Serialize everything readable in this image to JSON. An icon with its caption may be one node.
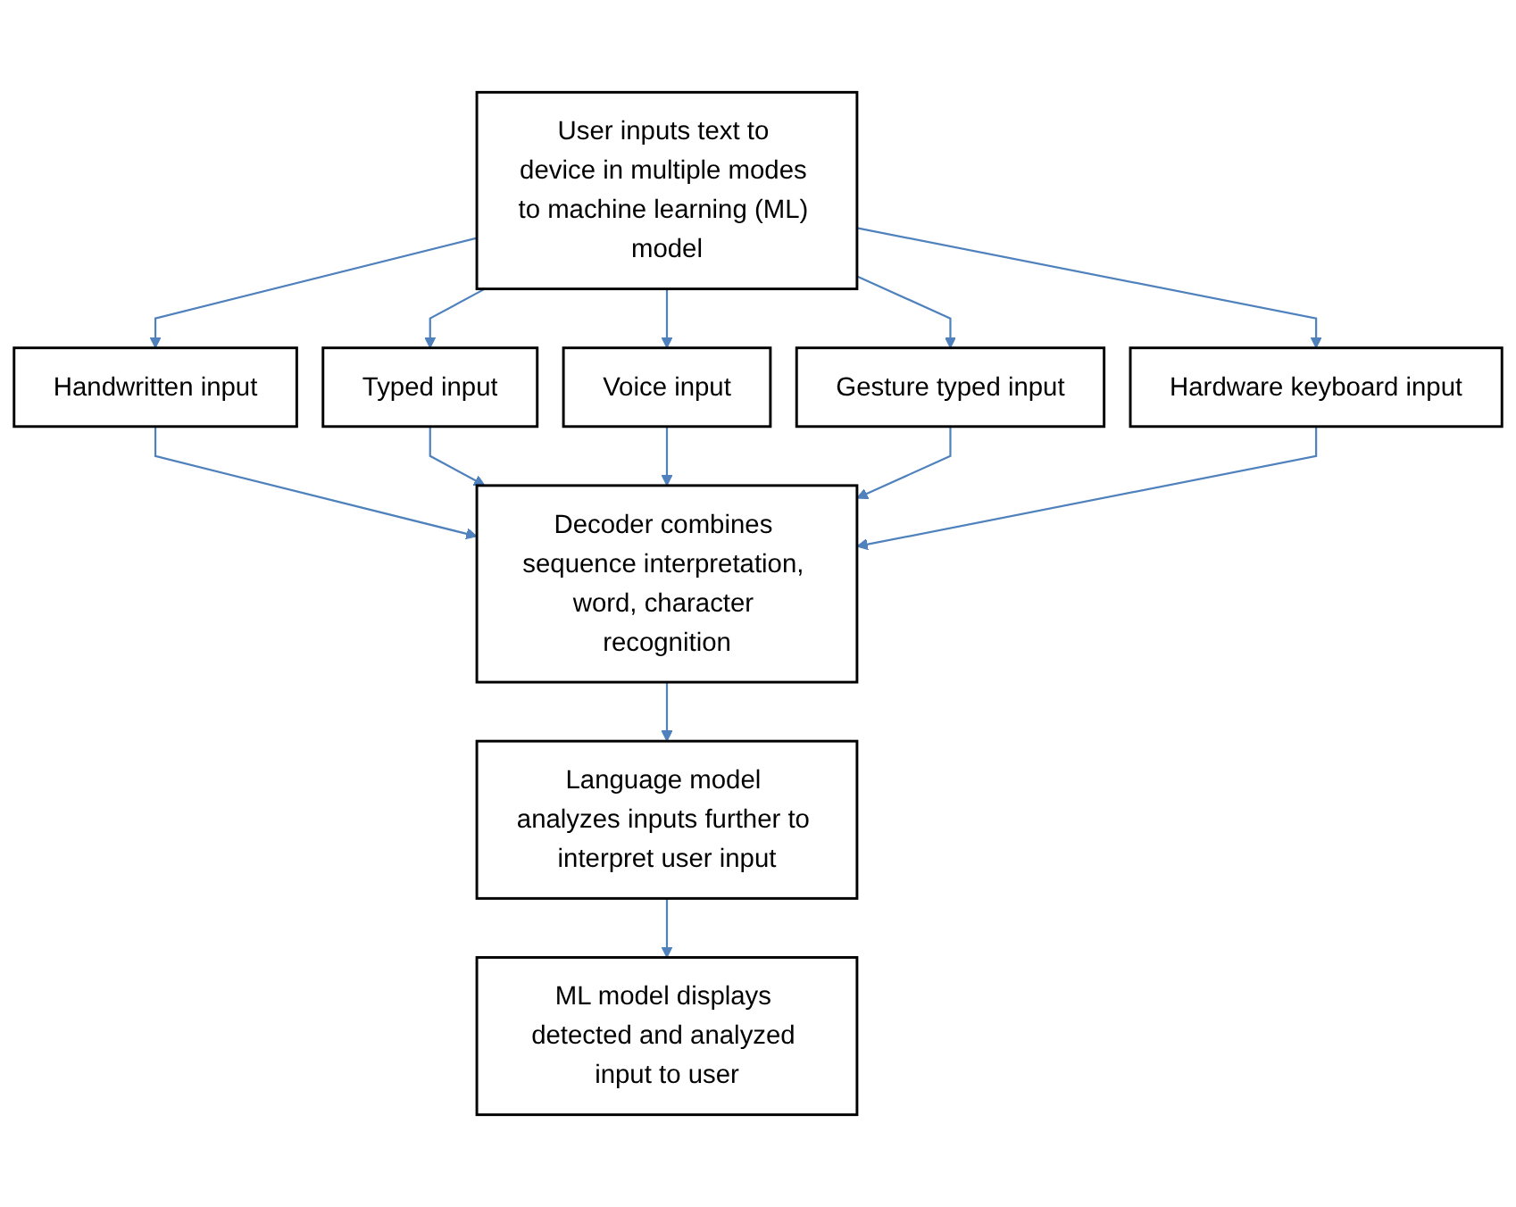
{
  "diagram": {
    "nodes": [
      {
        "text": [
          "User inputs text to device in multiple modes to machine learning (ML) model"
        ]
      },
      {
        "text": [
          "Handwritten input"
        ]
      },
      {
        "text": [
          "Typed input"
        ]
      },
      {
        "text": [
          "Voice input"
        ]
      },
      {
        "text": [
          "Gesture typed input"
        ]
      },
      {
        "text": [
          "Hardware keyboard input"
        ]
      },
      {
        "text": [
          "Decoder combines sequence interpretation, word, character recognition"
        ]
      },
      {
        "text": [
          "Language model analyzes inputs further to interpret user input"
        ]
      },
      {
        "text": [
          "ML model displays detected and analyzed input to user"
        ]
      }
    ],
    "edges": [
      {
        "from": 0,
        "to": 1,
        "arrow": "to"
      },
      {
        "from": 0,
        "to": 2,
        "arrow": "to"
      },
      {
        "from": 0,
        "to": 3,
        "arrow": "to"
      },
      {
        "from": 0,
        "to": 4,
        "arrow": "to"
      },
      {
        "from": 0,
        "to": 5,
        "arrow": "to"
      },
      {
        "from": 1,
        "to": 6,
        "arrow": "to"
      },
      {
        "from": 2,
        "to": 6,
        "arrow": "to"
      },
      {
        "from": 3,
        "to": 6,
        "arrow": "to"
      },
      {
        "from": 4,
        "to": 6,
        "arrow": "to"
      },
      {
        "from": 5,
        "to": 6,
        "arrow": "to"
      },
      {
        "from": 6,
        "to": 7,
        "arrow": "to"
      },
      {
        "from": 7,
        "to": 8,
        "arrow": "to"
      }
    ]
  }
}
